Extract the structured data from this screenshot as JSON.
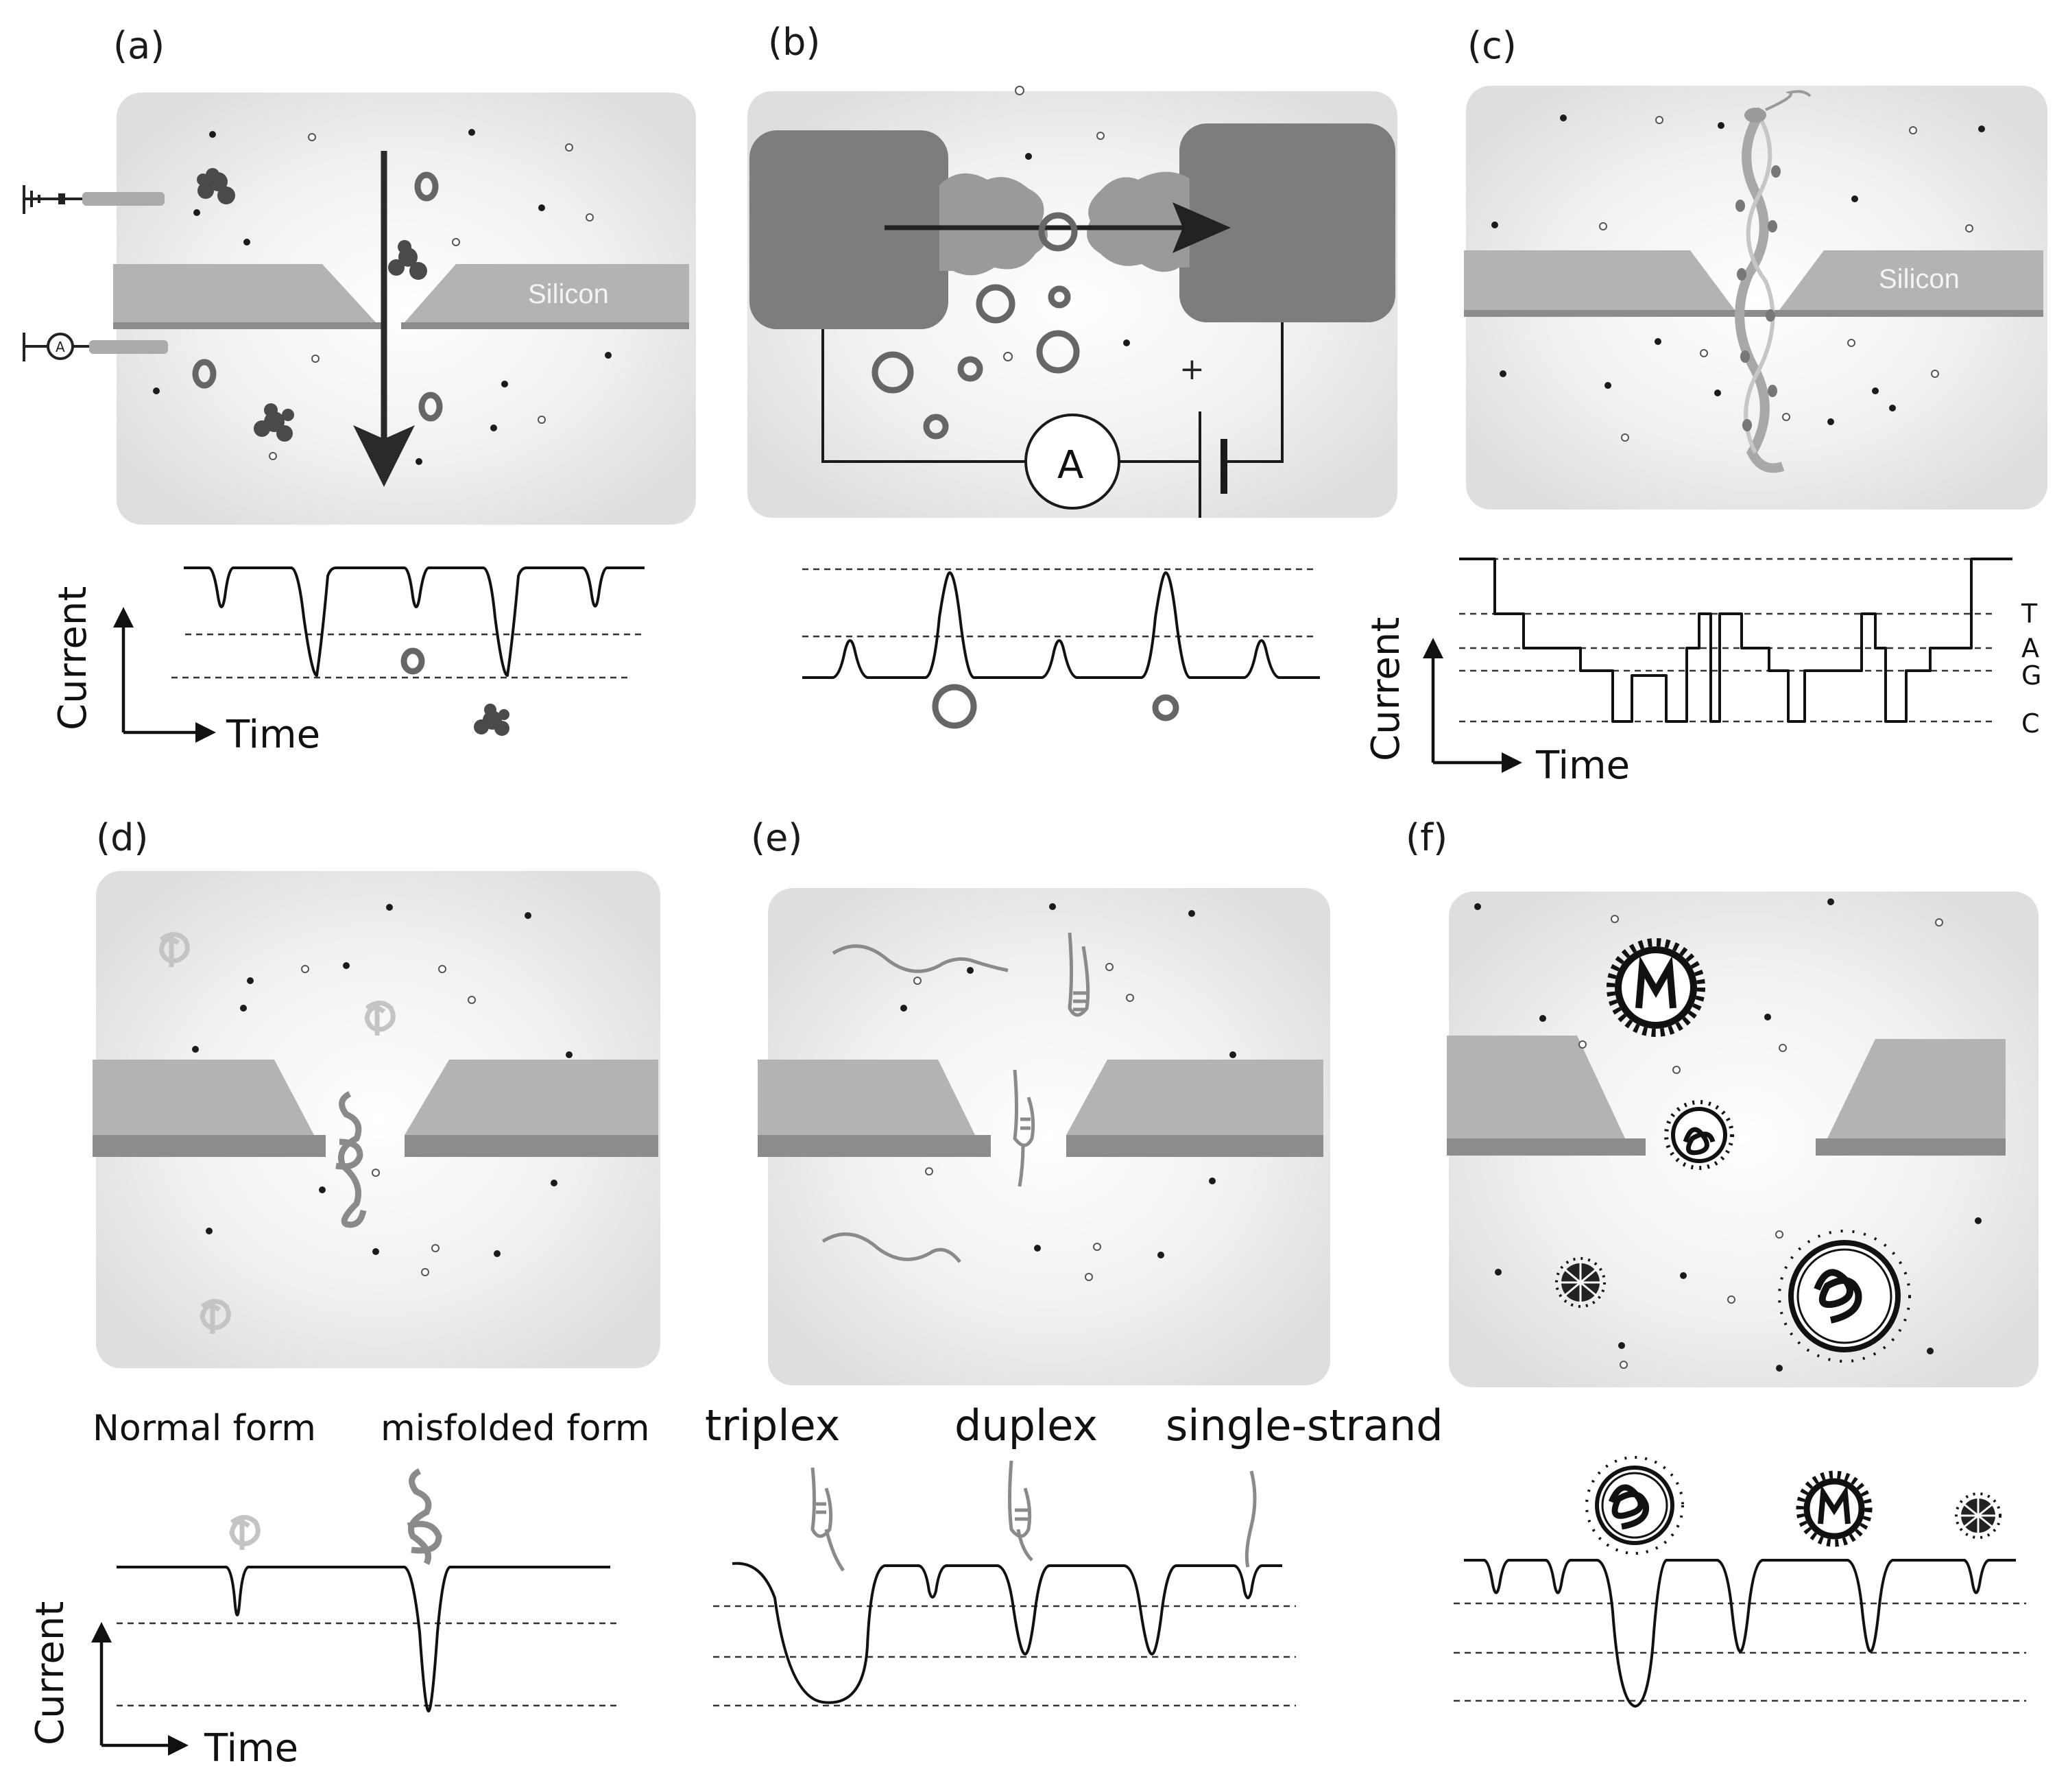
{
  "panels": {
    "a": {
      "label": "(a)",
      "membrane_label": "Silicon",
      "ylabel": "Current",
      "xlabel": "Time"
    },
    "b": {
      "label": "(b)",
      "ammeter_label": "A",
      "plus": "+"
    },
    "c": {
      "label": "(c)",
      "membrane_label": "Silicon",
      "ylabel": "Current",
      "xlabel": "Time",
      "levels": [
        "T",
        "A",
        "G",
        "C"
      ]
    },
    "d": {
      "label": "(d)",
      "captions": [
        "Normal form",
        "misfolded form"
      ],
      "ylabel": "Current",
      "xlabel": "Time"
    },
    "e": {
      "label": "(e)",
      "captions": [
        "triplex",
        "duplex",
        "single-strand"
      ]
    },
    "f": {
      "label": "(f)"
    }
  },
  "colors": {
    "background_box": "#e4e4e4",
    "membrane_light": "#b3b3b3",
    "membrane_dark": "#8c8c8c",
    "electrode": "#777777",
    "trace": "#111111"
  },
  "icons": [
    "ground-icon",
    "ammeter-icon",
    "protein-cluster-icon",
    "vesicle-icon",
    "dna-strand-icon",
    "virus-icon",
    "folded-protein-icon",
    "ion-icon"
  ]
}
